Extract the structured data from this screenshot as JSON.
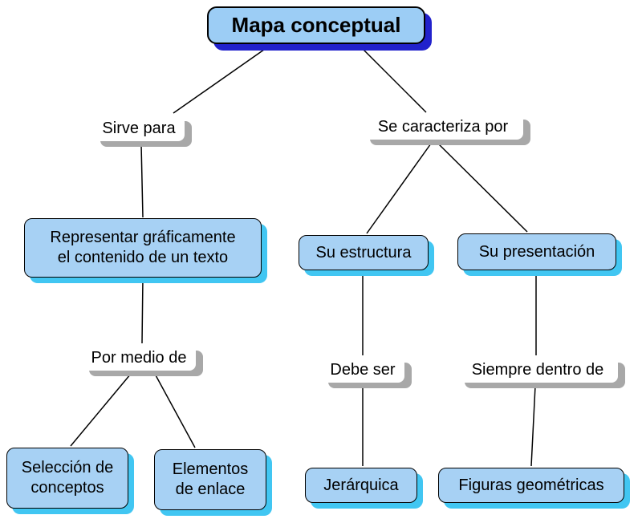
{
  "diagram": {
    "root": "Mapa conceptual",
    "left_branch": {
      "link1": "Sirve para",
      "concept1": "Representar gráficamente\nel contenido de un texto",
      "link2": "Por medio de",
      "concept2a": "Selección de\nconceptos",
      "concept2b": "Elementos\nde enlace"
    },
    "right_branch": {
      "link1": "Se caracteriza por",
      "concept1a": "Su estructura",
      "concept1b": "Su presentación",
      "link2a": "Debe ser",
      "link2b": "Siempre dentro de",
      "concept3a": "Jerárquica",
      "concept3b": "Figuras geométricas"
    },
    "colors": {
      "node_fill": "#a7d1f4",
      "node_border": "#000000",
      "root_shadow": "#2121cc",
      "node_shadow": "#41c6f2",
      "label_shadow": "#a8a8a8",
      "line_color": "#000000"
    }
  }
}
